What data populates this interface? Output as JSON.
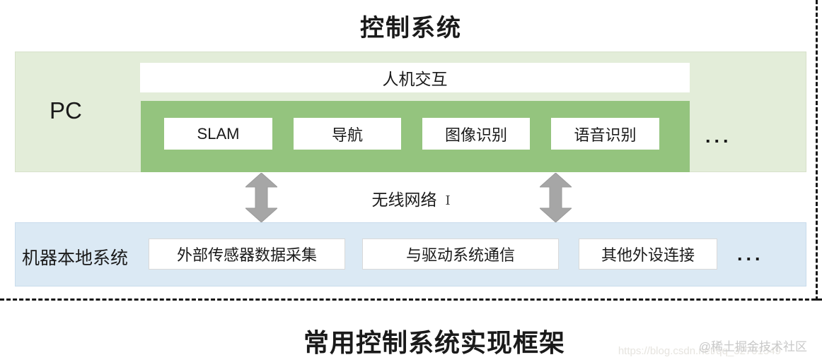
{
  "title": "控制系统",
  "caption": "常用控制系统实现框架",
  "pc_block": {
    "label": "PC",
    "hmi_bar": "人机交互",
    "modules": [
      "SLAM",
      "导航",
      "图像识别",
      "语音识别"
    ],
    "more": "..."
  },
  "network": {
    "label": "无线网络",
    "cursor_glyph": "I"
  },
  "local_block": {
    "label": "机器本地系统",
    "modules": [
      "外部传感器数据采集",
      "与驱动系统通信",
      "其他外设连接"
    ],
    "more": "..."
  },
  "watermark": {
    "community": "@稀土掘金技术社区",
    "url": "https://blog.csdn.net/qq_32701549"
  },
  "colors": {
    "pc_outer_bg": "#e3edd9",
    "pc_inner_bg": "#94c47e",
    "local_bg": "#dbe9f4",
    "arrow": "#a6a6a6",
    "dash_line": "#161616"
  }
}
